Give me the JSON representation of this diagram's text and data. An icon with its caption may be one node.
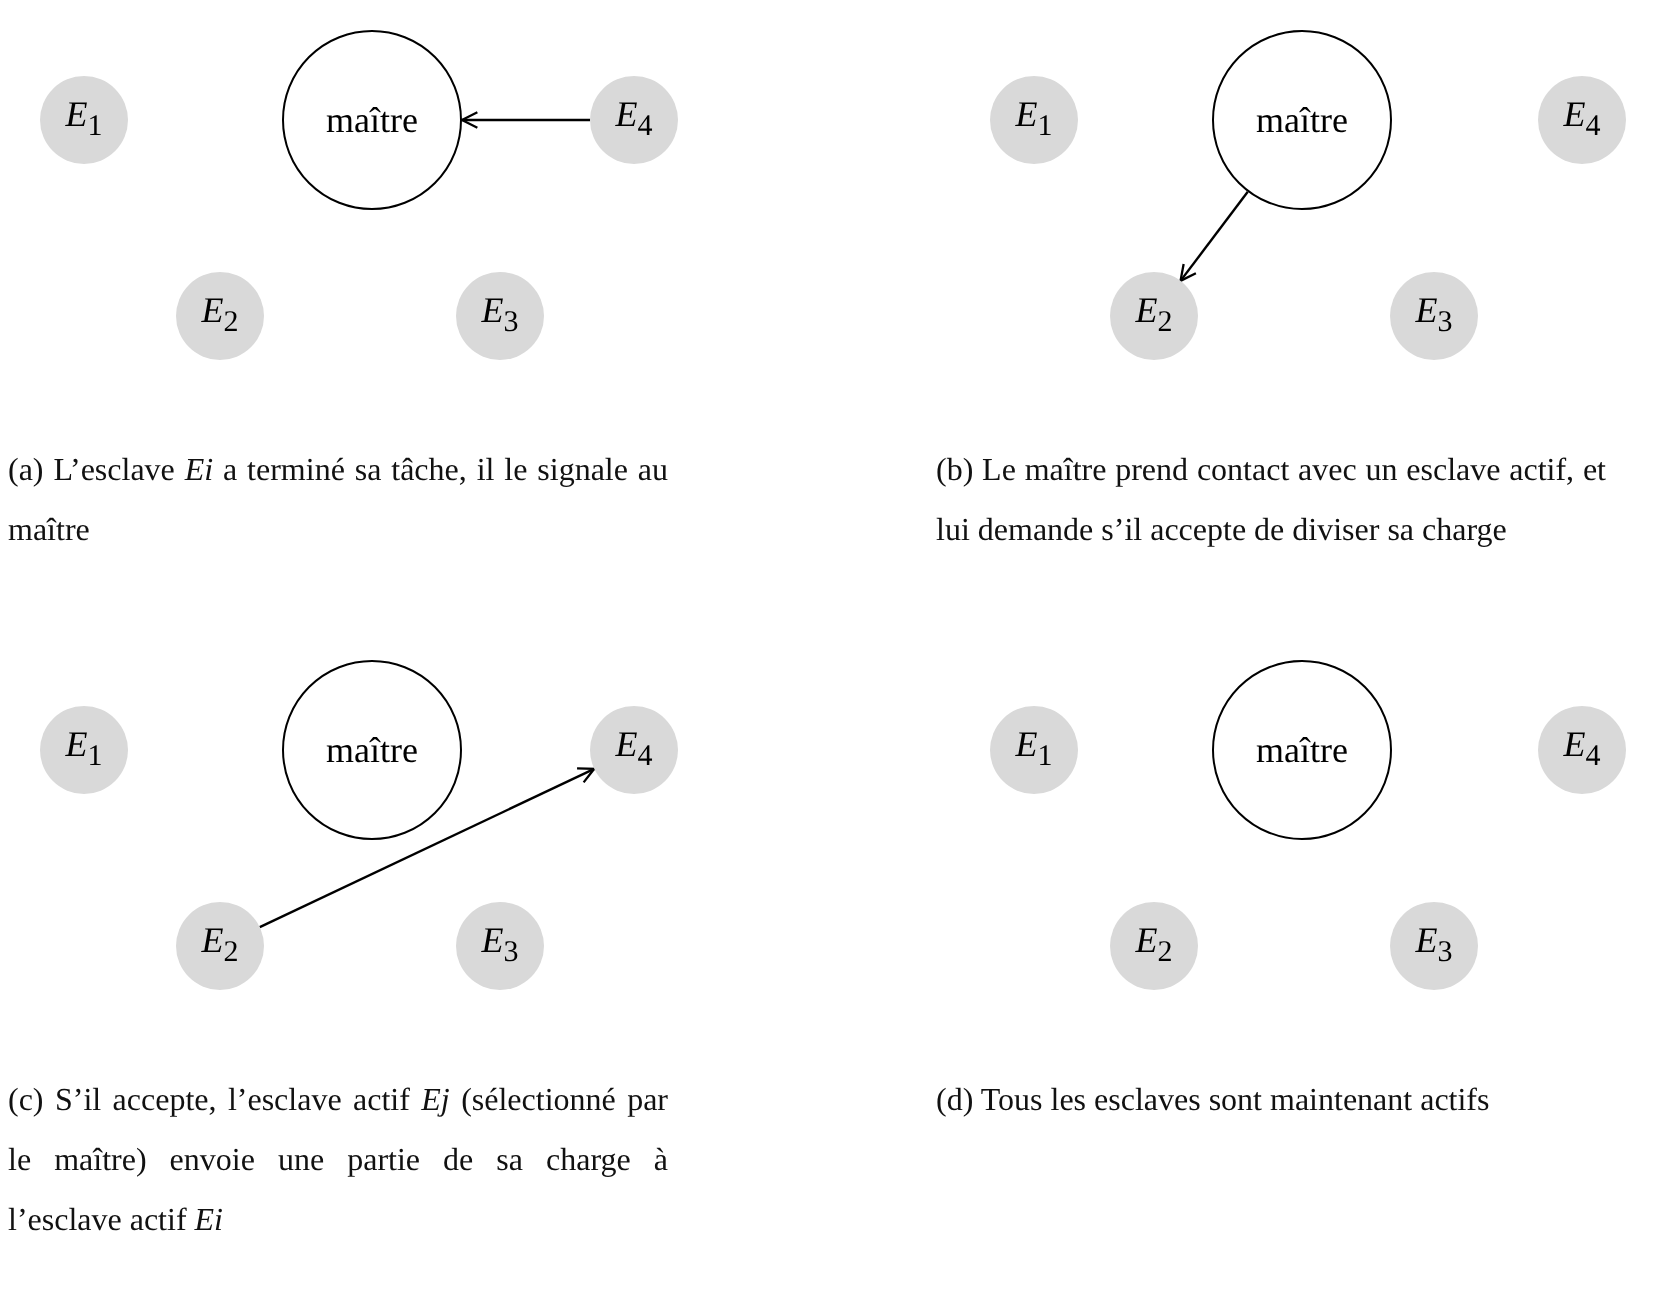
{
  "diagram": {
    "nodes": [
      {
        "text": [
          "*E*$_{1}$"
        ]
      },
      {
        "text": [
          "maître"
        ]
      },
      {
        "text": [
          "*E*$_{4}$"
        ]
      },
      {
        "text": [
          "*E*$_{2}$"
        ]
      },
      {
        "text": [
          "*E*$_{3}$"
        ]
      },
      {
        "text": [
          "*E*$_{1}$"
        ]
      },
      {
        "text": [
          "maître"
        ]
      },
      {
        "text": [
          "*E*$_{4}$"
        ]
      },
      {
        "text": [
          "*E*$_{2}$"
        ]
      },
      {
        "text": [
          "*E*$_{3}$"
        ]
      },
      {
        "text": [
          "*E*$_{1}$"
        ]
      },
      {
        "text": [
          "maître"
        ]
      },
      {
        "text": [
          "*E*$_{4}$"
        ]
      },
      {
        "text": [
          "*E*$_{2}$"
        ]
      },
      {
        "text": [
          "*E*$_{3}$"
        ]
      },
      {
        "text": [
          "*E*$_{1}$"
        ]
      },
      {
        "text": [
          "maître"
        ]
      },
      {
        "text": [
          "*E*$_{4}$"
        ]
      },
      {
        "text": [
          "*E*$_{2}$"
        ]
      },
      {
        "text": [
          "*E*$_{3}$"
        ]
      }
    ],
    "edges": [
      {
        "from": 2,
        "to": 1,
        "arrow": "to"
      },
      {
        "from": 6,
        "to": 8,
        "arrow": "to"
      },
      {
        "from": 13,
        "to": 12,
        "arrow": "to"
      }
    ],
    "labels": [
      "(a) L’esclave *Ei* a terminé sa tâche, il le signale au maître",
      "(b) Le maître prend contact avec un esclave actif, et lui demande s’il accepte de diviser sa charge",
      "(c) S’il accepte, l’esclave actif *Ej* (sélectionné par le maître) envoie une partie de sa charge à l’esclave actif *Ei*",
      "(d) Tous les esclaves sont maintenant actifs"
    ]
  }
}
